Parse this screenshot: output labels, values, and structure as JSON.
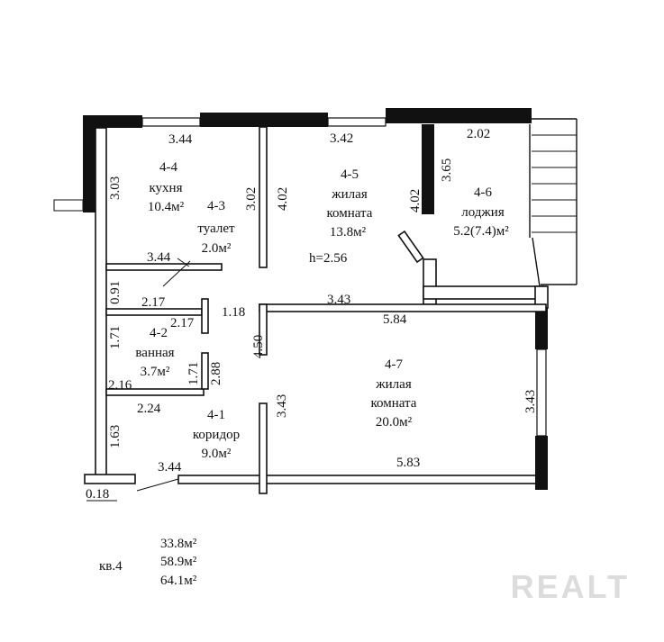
{
  "rooms": [
    {
      "id": "4-4",
      "name": "кухня",
      "area": "10.4м²"
    },
    {
      "id": "4-3",
      "name": "туалет",
      "area": "2.0м²"
    },
    {
      "id": "4-5",
      "name_line1": "жилая",
      "name_line2": "комната",
      "area": "13.8м²"
    },
    {
      "id": "4-6",
      "name": "лоджия",
      "area": "5.2(7.4)м²"
    },
    {
      "id": "4-2",
      "name": "ванная",
      "area": "3.7м²"
    },
    {
      "id": "4-1",
      "name": "коридор",
      "area": "9.0м²"
    },
    {
      "id": "4-7",
      "name_line1": "жилая",
      "name_line2": "комната",
      "area": "20.0м²"
    }
  ],
  "height_label": "h=2.56",
  "dimensions": {
    "d1": "3.44",
    "d2": "3.42",
    "d3": "2.02",
    "d4": "3.03",
    "d5": "3.02",
    "d6": "4.02",
    "d7": "4.02",
    "d8": "3.65",
    "d9": "3.44",
    "d10": "0.91",
    "d11": "2.17",
    "d12": "2.17",
    "d13": "1.18",
    "d14": "3.43",
    "d15": "5.84",
    "d16": "1.71",
    "d17": "4.50",
    "d18": "1.71",
    "d19": "2.88",
    "d20": "2.16",
    "d21": "2.24",
    "d22": "3.43",
    "d23": "3.43",
    "d24": "1.63",
    "d25": "3.44",
    "d26": "5.83",
    "d27": "0.18"
  },
  "summary": {
    "apartment_label": "кв.4",
    "living_area": "33.8м²",
    "total_area": "58.9м²",
    "area_with_loggia": "64.1м²"
  },
  "watermark": "REALT"
}
